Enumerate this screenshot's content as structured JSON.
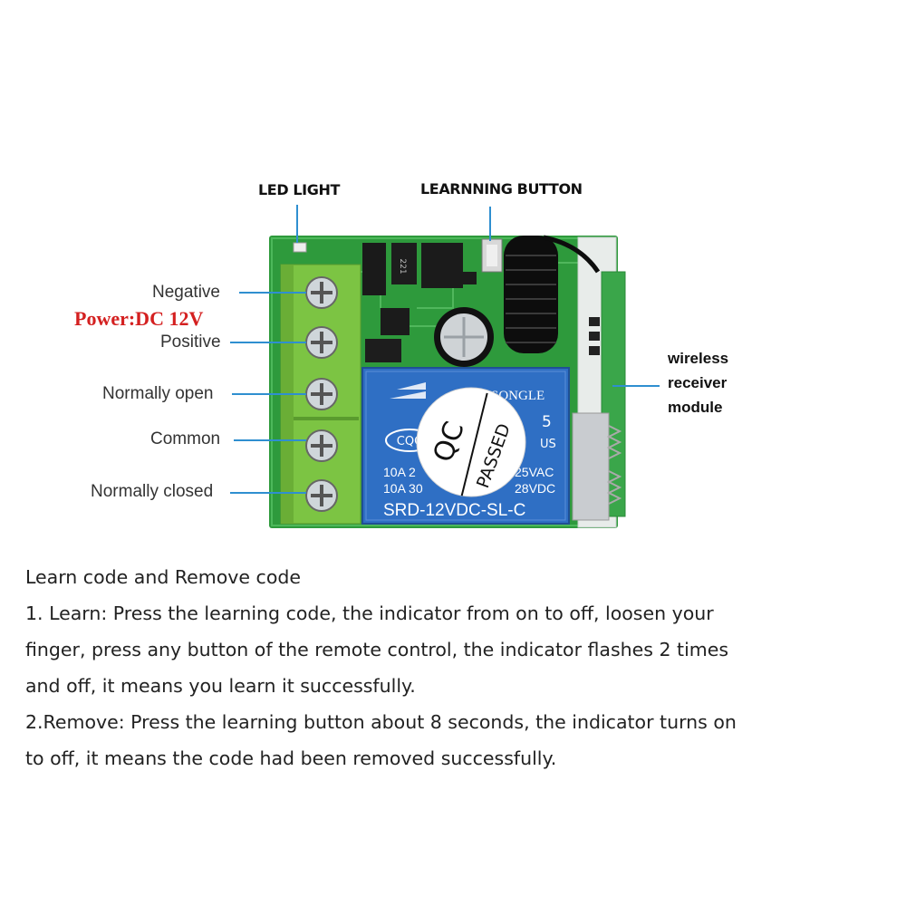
{
  "labels": {
    "led_light": "LED LIGHT",
    "learning_button": "LEARNNING BUTTON",
    "negative": "Negative",
    "power": "Power:DC 12V",
    "positive": "Positive",
    "normally_open": "Normally open",
    "common": "Common",
    "normally_closed": "Normally closed",
    "wireless_1": "wireless",
    "wireless_2": "receiver",
    "wireless_3": "module"
  },
  "board": {
    "relay_brand": "SONGLE",
    "relay_model": "SRD-12VDC-SL-C",
    "relay_spec_1": "10A 2",
    "relay_spec_2": "10A 30",
    "relay_spec_3": "25VAC",
    "relay_spec_4": "28VDC",
    "relay_cqc": "CQC",
    "relay_num": "5",
    "relay_us": "US",
    "qc_1": "QC",
    "qc_2": "PASSED",
    "chip_mark": "221",
    "colors": {
      "pcb": "#2e9a3c",
      "relay": "#2f6fc4",
      "terminal": "#7cc443",
      "pointer": "#2f8fd0",
      "power": "#d42020"
    }
  },
  "instructions": {
    "title": "Learn code and Remove code",
    "line1": "1. Learn: Press the learning code, the indicator from on to off, loosen your",
    "line2": "finger, press any button of the remote control, the indicator flashes 2 times",
    "line3": "and off, it means you learn it successfully.",
    "line4": "2.Remove: Press the learning button about 8 seconds, the indicator turns on",
    "line5": "to off, it means the code had been removed successfully."
  }
}
